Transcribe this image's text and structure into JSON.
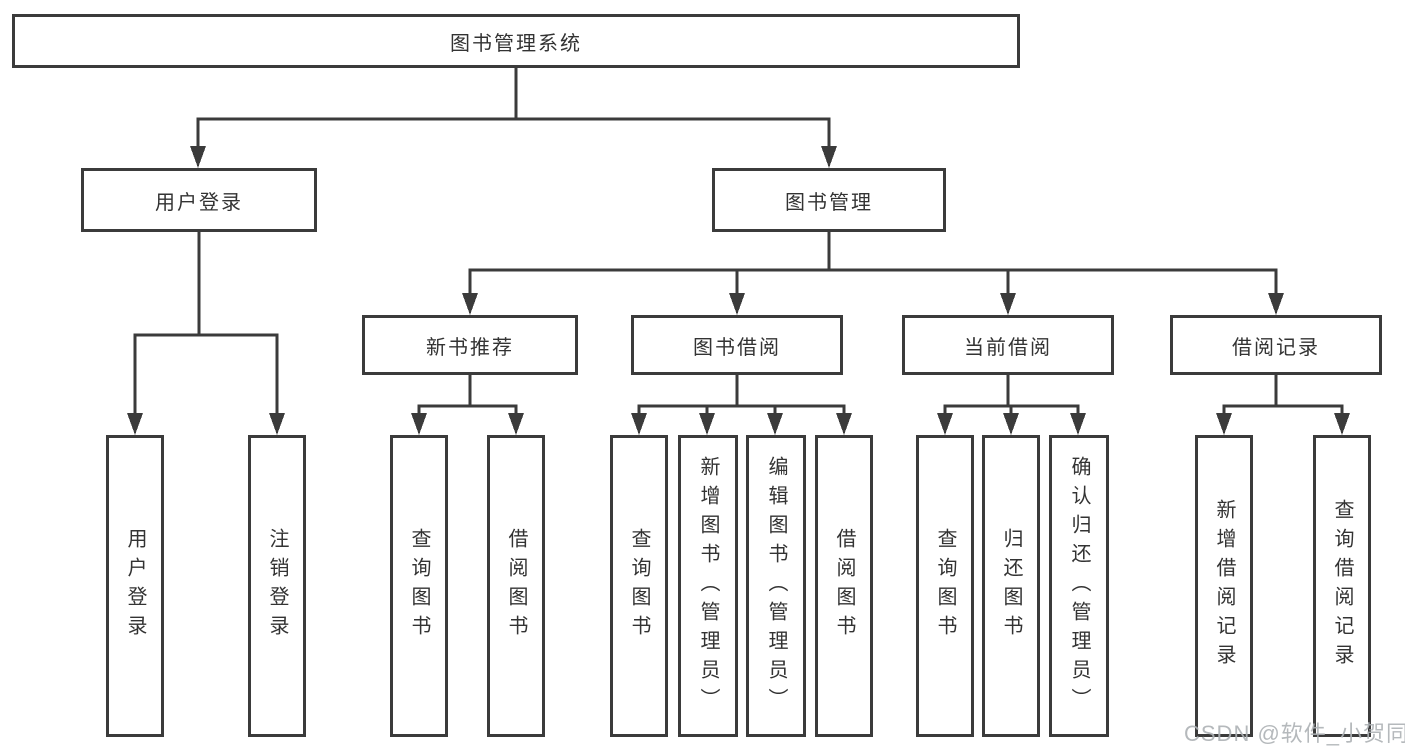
{
  "colors": {
    "line": "#3b3b3b",
    "box_border": "#3b3b3b",
    "text": "#333333",
    "background": "#ffffff",
    "watermark": "#aeb2b5"
  },
  "tree": {
    "root": "图书管理系统",
    "branches": [
      {
        "label": "用户登录",
        "children": [
          "用户登录",
          "注销登录"
        ]
      },
      {
        "label": "图书管理",
        "sections": [
          {
            "label": "新书推荐",
            "children": [
              "查询图书",
              "借阅图书"
            ]
          },
          {
            "label": "图书借阅",
            "children": [
              "查询图书",
              "新增图书（管理员）",
              "编辑图书（管理员）",
              "借阅图书"
            ]
          },
          {
            "label": "当前借阅",
            "children": [
              "查询图书",
              "归还图书",
              "确认归还（管理员）"
            ]
          },
          {
            "label": "借阅记录",
            "children": [
              "新增借阅记录",
              "查询借阅记录"
            ]
          }
        ]
      }
    ]
  },
  "watermark": {
    "text": "CSDN @软件_小贺同学"
  }
}
